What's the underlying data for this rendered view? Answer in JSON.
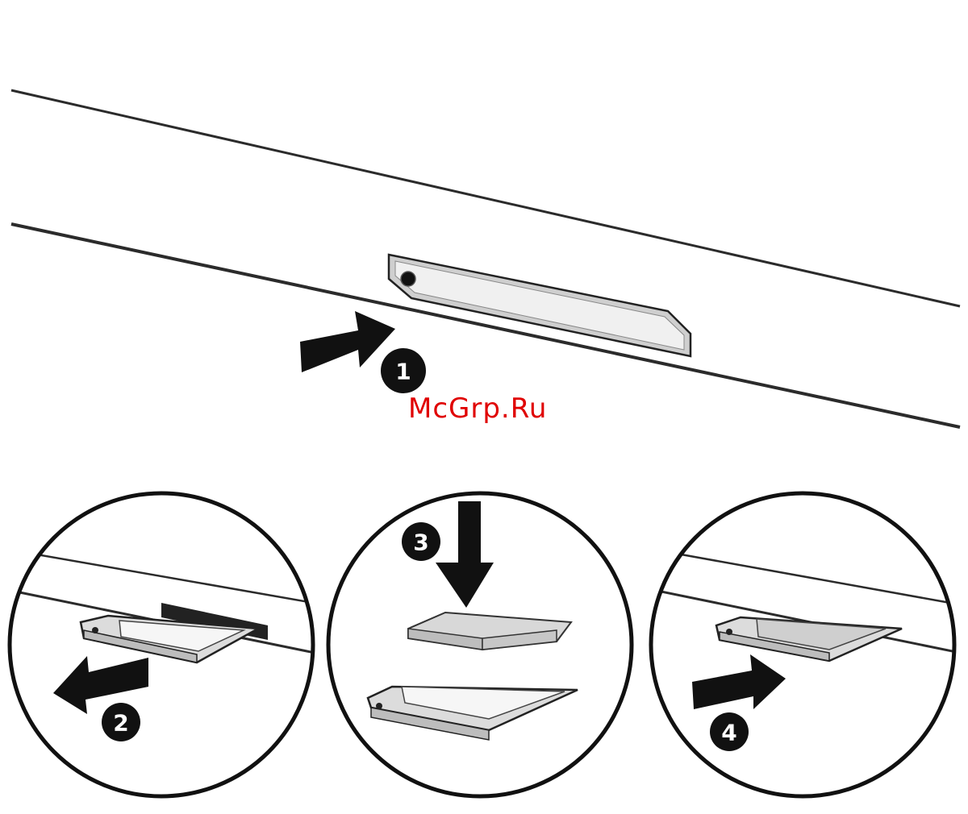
{
  "watermark": "McGrp.Ru",
  "steps": [
    {
      "number": "1"
    },
    {
      "number": "2"
    },
    {
      "number": "3"
    },
    {
      "number": "4"
    }
  ],
  "colors": {
    "line": "#2b2b2b",
    "arrow": "#111111",
    "badge": "#111111",
    "tray_fill": "#dcdcdc",
    "tray_inner": "#f2f2f2",
    "sim_card": "#d8d8d8",
    "watermark": "#e00000"
  }
}
